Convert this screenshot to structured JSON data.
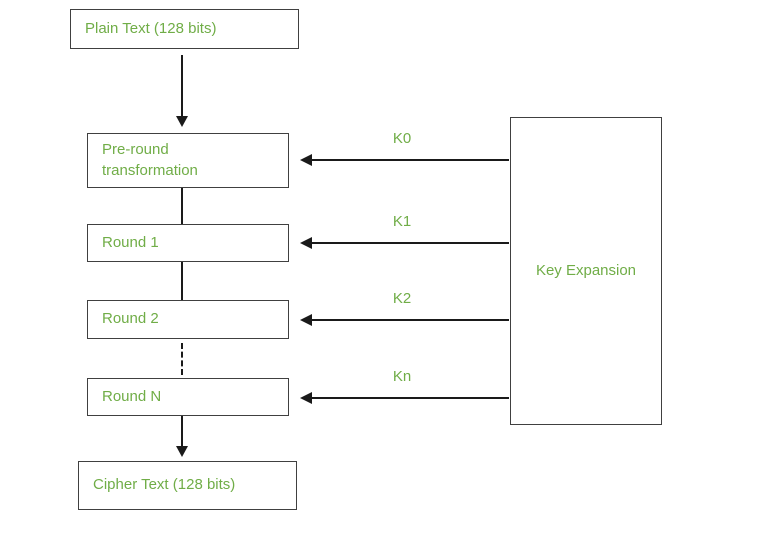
{
  "colors": {
    "text_green": "#70AD47",
    "box_border": "#404040",
    "arrow_black": "#1a1a1a",
    "background": "#ffffff"
  },
  "nodes": {
    "plain_text": "Plain Text (128 bits)",
    "pre_round": "Pre-round transformation",
    "round_1": "Round 1",
    "round_2": "Round 2",
    "round_n": "Round N",
    "cipher_text": "Cipher Text (128 bits)",
    "key_expansion": "Key Expansion"
  },
  "key_labels": {
    "k0": "K0",
    "k1": "K1",
    "k2": "K2",
    "kn": "Kn"
  }
}
